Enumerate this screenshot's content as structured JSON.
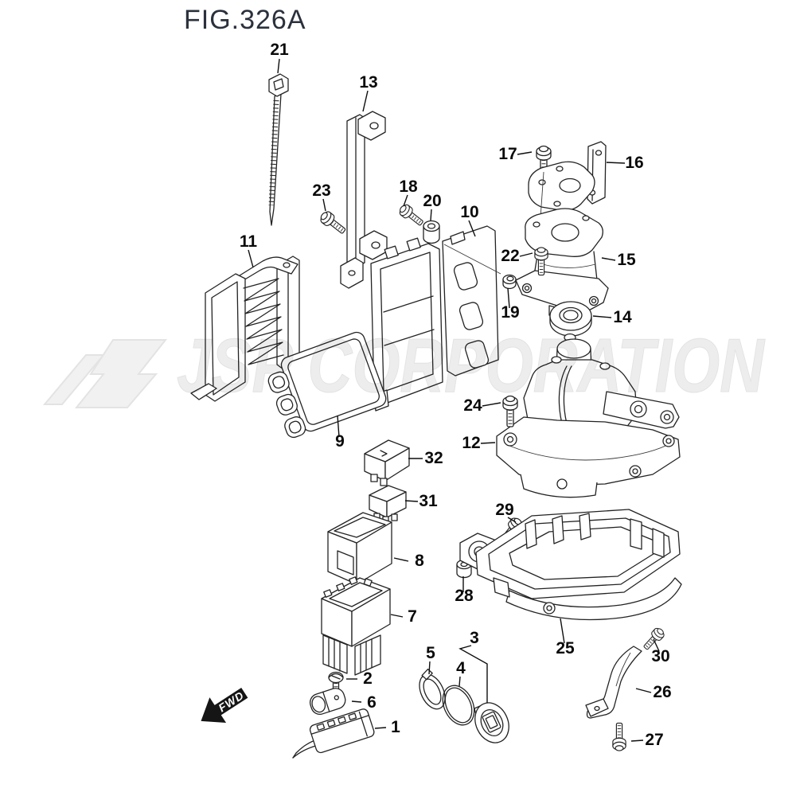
{
  "title": "FIG.326A",
  "watermark": {
    "logo_icon": "jsp-logo",
    "text": "JSP CORPORATION"
  },
  "direction_arrow": {
    "label": "FWD"
  },
  "parts": [
    {
      "number": "1"
    },
    {
      "number": "2"
    },
    {
      "number": "3"
    },
    {
      "number": "4"
    },
    {
      "number": "5"
    },
    {
      "number": "6"
    },
    {
      "number": "7"
    },
    {
      "number": "8"
    },
    {
      "number": "9"
    },
    {
      "number": "10"
    },
    {
      "number": "11"
    },
    {
      "number": "12"
    },
    {
      "number": "13"
    },
    {
      "number": "14"
    },
    {
      "number": "15"
    },
    {
      "number": "16"
    },
    {
      "number": "17"
    },
    {
      "number": "18"
    },
    {
      "number": "19"
    },
    {
      "number": "20"
    },
    {
      "number": "21"
    },
    {
      "number": "22"
    },
    {
      "number": "23"
    },
    {
      "number": "24"
    },
    {
      "number": "25"
    },
    {
      "number": "26"
    },
    {
      "number": "27"
    },
    {
      "number": "28"
    },
    {
      "number": "29"
    },
    {
      "number": "30"
    },
    {
      "number": "31"
    },
    {
      "number": "32"
    }
  ]
}
